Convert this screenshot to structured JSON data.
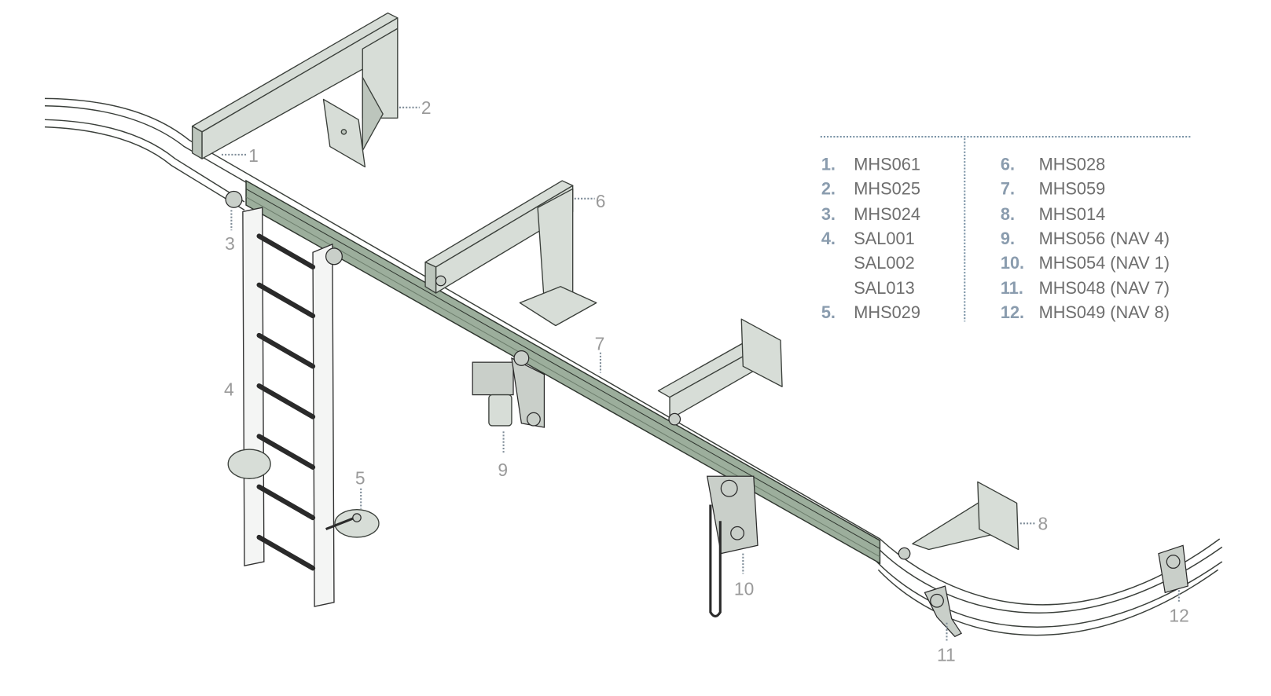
{
  "callouts": [
    "1",
    "2",
    "3",
    "4",
    "5",
    "6",
    "7",
    "8",
    "9",
    "10",
    "11",
    "12"
  ],
  "legend": {
    "left": [
      {
        "num": "1.",
        "code": "MHS061"
      },
      {
        "num": "2.",
        "code": "MHS025"
      },
      {
        "num": "3.",
        "code": "MHS024"
      },
      {
        "num": "4.",
        "code": "SAL001"
      },
      {
        "num": "",
        "code": "SAL002"
      },
      {
        "num": "",
        "code": "SAL013"
      },
      {
        "num": "5.",
        "code": "MHS029"
      }
    ],
    "right": [
      {
        "num": "6.",
        "code": "MHS028"
      },
      {
        "num": "7.",
        "code": "MHS059"
      },
      {
        "num": "8.",
        "code": "MHS014"
      },
      {
        "num": "9.",
        "code": "MHS056 (NAV 4)"
      },
      {
        "num": "10.",
        "code": "MHS054 (NAV 1)"
      },
      {
        "num": "11.",
        "code": "MHS048 (NAV 7)"
      },
      {
        "num": "12.",
        "code": "MHS049 (NAV 8)"
      }
    ]
  },
  "colors": {
    "rail": "#9cae9c",
    "parts": "#d7ddd7",
    "legend_number": "#8a9cae",
    "legend_code": "#6e6e6e",
    "callout": "#9a9a9a"
  }
}
